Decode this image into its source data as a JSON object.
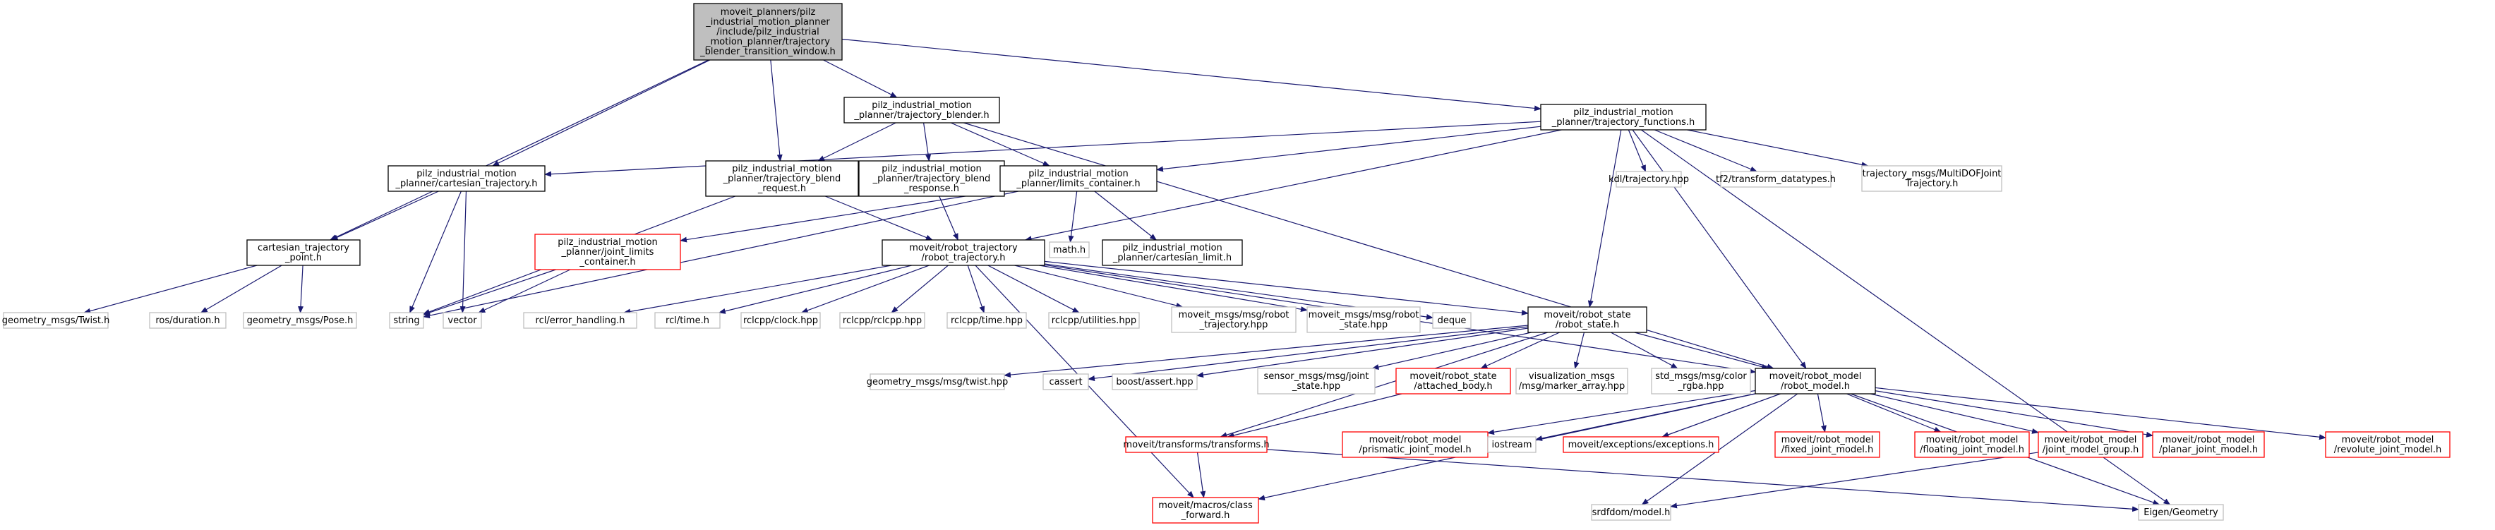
{
  "colors": {
    "edge": "#191970",
    "node_border_default": "#000000",
    "node_border_gray": "#bfbfbf",
    "node_border_red": "#ff0000",
    "root_fill": "#bfbfbf",
    "text": "#000000"
  },
  "nodes": [
    {
      "id": "root",
      "lines": [
        "moveit_planners/pilz",
        "_industrial_motion_planner",
        "/include/pilz_industrial",
        "_motion_planner/trajectory",
        "_blender_transition_window.h"
      ],
      "style": "root"
    },
    {
      "id": "traj_blender",
      "lines": [
        "pilz_industrial_motion",
        "_planner/trajectory_blender.h"
      ],
      "style": "default"
    },
    {
      "id": "traj_functions",
      "lines": [
        "pilz_industrial_motion",
        "_planner/trajectory_functions.h"
      ],
      "style": "default"
    },
    {
      "id": "cart_traj",
      "lines": [
        "pilz_industrial_motion",
        "_planner/cartesian_trajectory.h"
      ],
      "style": "default"
    },
    {
      "id": "blend_request",
      "lines": [
        "pilz_industrial_motion",
        "_planner/trajectory_blend",
        "_request.h"
      ],
      "style": "default"
    },
    {
      "id": "blend_response",
      "lines": [
        "pilz_industrial_motion",
        "_planner/trajectory_blend",
        "_response.h"
      ],
      "style": "default"
    },
    {
      "id": "limits_container",
      "lines": [
        "pilz_industrial_motion",
        "_planner/limits_container.h"
      ],
      "style": "default"
    },
    {
      "id": "kdl",
      "lines": [
        "kdl/trajectory.hpp"
      ],
      "style": "gray"
    },
    {
      "id": "tf2",
      "lines": [
        "tf2/transform_datatypes.h"
      ],
      "style": "gray"
    },
    {
      "id": "multidof",
      "lines": [
        "trajectory_msgs/MultiDOFJoint",
        "Trajectory.h"
      ],
      "style": "gray"
    },
    {
      "id": "cart_point",
      "lines": [
        "cartesian_trajectory",
        "_point.h"
      ],
      "style": "default"
    },
    {
      "id": "joint_limits",
      "lines": [
        "pilz_industrial_motion",
        "_planner/joint_limits",
        "_container.h"
      ],
      "style": "red"
    },
    {
      "id": "robot_traj",
      "lines": [
        "moveit/robot_trajectory",
        "/robot_trajectory.h"
      ],
      "style": "default"
    },
    {
      "id": "math",
      "lines": [
        "math.h"
      ],
      "style": "gray"
    },
    {
      "id": "cart_limit",
      "lines": [
        "pilz_industrial_motion",
        "_planner/cartesian_limit.h"
      ],
      "style": "default"
    },
    {
      "id": "twist",
      "lines": [
        "geometry_msgs/Twist.h"
      ],
      "style": "gray"
    },
    {
      "id": "ros_duration",
      "lines": [
        "ros/duration.h"
      ],
      "style": "gray"
    },
    {
      "id": "pose",
      "lines": [
        "geometry_msgs/Pose.h"
      ],
      "style": "gray"
    },
    {
      "id": "string",
      "lines": [
        "string"
      ],
      "style": "gray"
    },
    {
      "id": "vector",
      "lines": [
        "vector"
      ],
      "style": "gray"
    },
    {
      "id": "rcl_error",
      "lines": [
        "rcl/error_handling.h"
      ],
      "style": "gray"
    },
    {
      "id": "rcl_time",
      "lines": [
        "rcl/time.h"
      ],
      "style": "gray"
    },
    {
      "id": "rclcpp_clock",
      "lines": [
        "rclcpp/clock.hpp"
      ],
      "style": "gray"
    },
    {
      "id": "rclcpp_rclcpp",
      "lines": [
        "rclcpp/rclcpp.hpp"
      ],
      "style": "gray"
    },
    {
      "id": "rclcpp_time",
      "lines": [
        "rclcpp/time.hpp"
      ],
      "style": "gray"
    },
    {
      "id": "rclcpp_util",
      "lines": [
        "rclcpp/utilities.hpp"
      ],
      "style": "gray"
    },
    {
      "id": "msg_robot_traj",
      "lines": [
        "moveit_msgs/msg/robot",
        "_trajectory.hpp"
      ],
      "style": "gray"
    },
    {
      "id": "msg_robot_state",
      "lines": [
        "moveit_msgs/msg/robot",
        "_state.hpp"
      ],
      "style": "gray"
    },
    {
      "id": "deque",
      "lines": [
        "deque"
      ],
      "style": "gray"
    },
    {
      "id": "robot_state",
      "lines": [
        "moveit/robot_state",
        "/robot_state.h"
      ],
      "style": "default"
    },
    {
      "id": "geom_twist_hpp",
      "lines": [
        "geometry_msgs/msg/twist.hpp"
      ],
      "style": "gray"
    },
    {
      "id": "cassert",
      "lines": [
        "cassert"
      ],
      "style": "gray"
    },
    {
      "id": "boost_assert",
      "lines": [
        "boost/assert.hpp"
      ],
      "style": "gray"
    },
    {
      "id": "sensor_joint",
      "lines": [
        "sensor_msgs/msg/joint",
        "_state.hpp"
      ],
      "style": "gray"
    },
    {
      "id": "attached_body",
      "lines": [
        "moveit/robot_state",
        "/attached_body.h"
      ],
      "style": "red"
    },
    {
      "id": "vis_marker",
      "lines": [
        "visualization_msgs",
        "/msg/marker_array.hpp"
      ],
      "style": "gray"
    },
    {
      "id": "std_color",
      "lines": [
        "std_msgs/msg/color",
        "_rgba.hpp"
      ],
      "style": "gray"
    },
    {
      "id": "robot_model",
      "lines": [
        "moveit/robot_model",
        "/robot_model.h"
      ],
      "style": "default"
    },
    {
      "id": "transforms",
      "lines": [
        "moveit/transforms/transforms.h"
      ],
      "style": "red"
    },
    {
      "id": "prismatic",
      "lines": [
        "moveit/robot_model",
        "/prismatic_joint_model.h"
      ],
      "style": "red"
    },
    {
      "id": "iostream",
      "lines": [
        "iostream"
      ],
      "style": "gray"
    },
    {
      "id": "exceptions",
      "lines": [
        "moveit/exceptions/exceptions.h"
      ],
      "style": "red"
    },
    {
      "id": "fixed_joint",
      "lines": [
        "moveit/robot_model",
        "/fixed_joint_model.h"
      ],
      "style": "red"
    },
    {
      "id": "floating_joint",
      "lines": [
        "moveit/robot_model",
        "/floating_joint_model.h"
      ],
      "style": "red"
    },
    {
      "id": "joint_group",
      "lines": [
        "moveit/robot_model",
        "/joint_model_group.h"
      ],
      "style": "red"
    },
    {
      "id": "planar_joint",
      "lines": [
        "moveit/robot_model",
        "/planar_joint_model.h"
      ],
      "style": "red"
    },
    {
      "id": "revolute_joint",
      "lines": [
        "moveit/robot_model",
        "/revolute_joint_model.h"
      ],
      "style": "red"
    },
    {
      "id": "class_forward",
      "lines": [
        "moveit/macros/class",
        "_forward.h"
      ],
      "style": "red"
    },
    {
      "id": "srdfdom",
      "lines": [
        "srdfdom/model.h"
      ],
      "style": "gray"
    },
    {
      "id": "eigen",
      "lines": [
        "Eigen/Geometry"
      ],
      "style": "gray"
    }
  ],
  "edges": [
    [
      "root",
      "traj_blender"
    ],
    [
      "root",
      "traj_functions"
    ],
    [
      "root",
      "cart_traj"
    ],
    [
      "root",
      "blend_request"
    ],
    [
      "root",
      "cart_point"
    ],
    [
      "traj_blender",
      "blend_request"
    ],
    [
      "traj_blender",
      "blend_response"
    ],
    [
      "traj_blender",
      "limits_container"
    ],
    [
      "traj_blender",
      "robot_model"
    ],
    [
      "traj_functions",
      "cart_traj"
    ],
    [
      "traj_functions",
      "limits_container"
    ],
    [
      "traj_functions",
      "kdl"
    ],
    [
      "traj_functions",
      "tf2"
    ],
    [
      "traj_functions",
      "multidof"
    ],
    [
      "traj_functions",
      "robot_traj"
    ],
    [
      "traj_functions",
      "robot_state"
    ],
    [
      "traj_functions",
      "robot_model"
    ],
    [
      "traj_functions",
      "eigen"
    ],
    [
      "cart_traj",
      "cart_point"
    ],
    [
      "cart_traj",
      "string"
    ],
    [
      "cart_traj",
      "vector"
    ],
    [
      "blend_request",
      "robot_traj"
    ],
    [
      "blend_request",
      "string"
    ],
    [
      "blend_response",
      "robot_traj"
    ],
    [
      "limits_container",
      "joint_limits"
    ],
    [
      "limits_container",
      "math"
    ],
    [
      "limits_container",
      "cart_limit"
    ],
    [
      "limits_container",
      "string"
    ],
    [
      "cart_point",
      "twist"
    ],
    [
      "cart_point",
      "ros_duration"
    ],
    [
      "cart_point",
      "pose"
    ],
    [
      "joint_limits",
      "string"
    ],
    [
      "joint_limits",
      "vector"
    ],
    [
      "robot_traj",
      "rcl_error"
    ],
    [
      "robot_traj",
      "rcl_time"
    ],
    [
      "robot_traj",
      "rclcpp_clock"
    ],
    [
      "robot_traj",
      "rclcpp_rclcpp"
    ],
    [
      "robot_traj",
      "rclcpp_time"
    ],
    [
      "robot_traj",
      "rclcpp_util"
    ],
    [
      "robot_traj",
      "msg_robot_traj"
    ],
    [
      "robot_traj",
      "msg_robot_state"
    ],
    [
      "robot_traj",
      "deque"
    ],
    [
      "robot_traj",
      "robot_state"
    ],
    [
      "robot_traj",
      "robot_model"
    ],
    [
      "robot_traj",
      "class_forward"
    ],
    [
      "robot_state",
      "geom_twist_hpp"
    ],
    [
      "robot_state",
      "cassert"
    ],
    [
      "robot_state",
      "boost_assert"
    ],
    [
      "robot_state",
      "sensor_joint"
    ],
    [
      "robot_state",
      "attached_body"
    ],
    [
      "robot_state",
      "vis_marker"
    ],
    [
      "robot_state",
      "std_color"
    ],
    [
      "robot_state",
      "robot_model"
    ],
    [
      "robot_state",
      "transforms"
    ],
    [
      "attached_body",
      "transforms"
    ],
    [
      "robot_model",
      "prismatic"
    ],
    [
      "robot_model",
      "iostream"
    ],
    [
      "robot_model",
      "exceptions"
    ],
    [
      "robot_model",
      "fixed_joint"
    ],
    [
      "robot_model",
      "floating_joint"
    ],
    [
      "robot_model",
      "joint_group"
    ],
    [
      "robot_model",
      "planar_joint"
    ],
    [
      "robot_model",
      "revolute_joint"
    ],
    [
      "robot_model",
      "class_forward"
    ],
    [
      "robot_model",
      "srdfdom"
    ],
    [
      "robot_model",
      "eigen"
    ],
    [
      "transforms",
      "class_forward"
    ],
    [
      "transforms",
      "eigen"
    ],
    [
      "joint_group",
      "srdfdom"
    ]
  ]
}
